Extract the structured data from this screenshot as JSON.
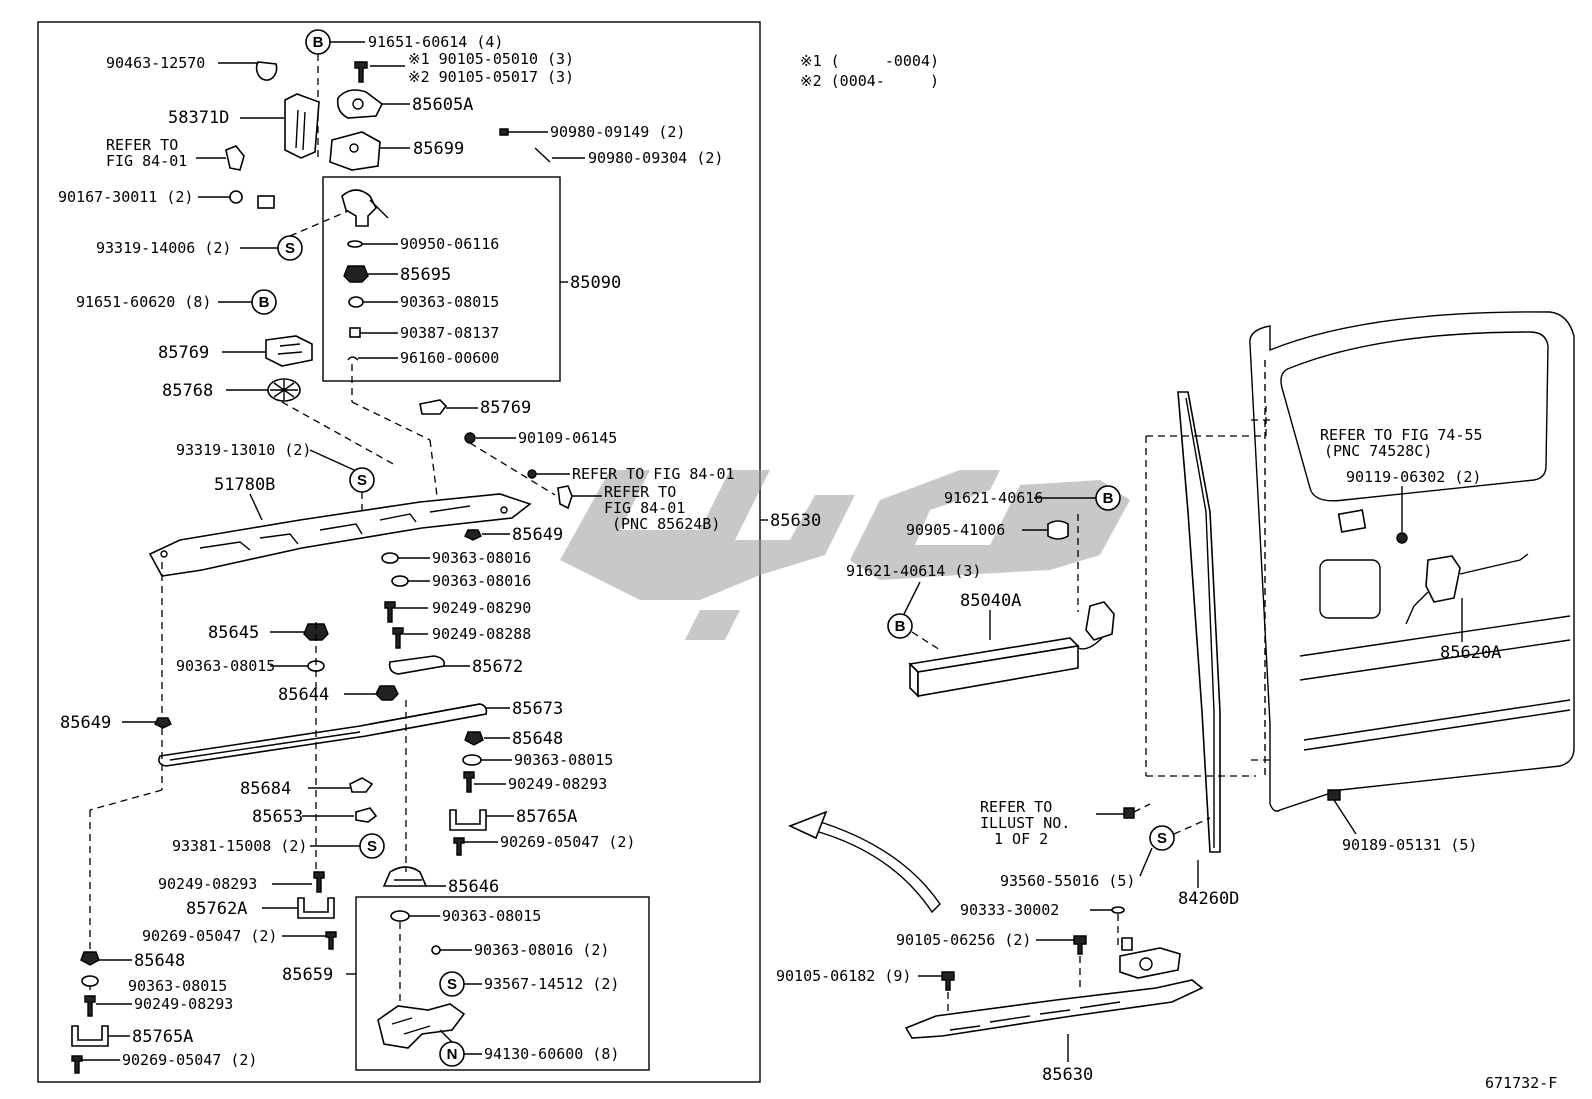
{
  "diagram_id": "671732-F",
  "notes": {
    "note1": "※1 (     -0004)",
    "note2": "※2 (0004-     )"
  },
  "badges": {
    "B": "B",
    "S": "S",
    "N": "N"
  },
  "labels": {
    "p90463_12570": "90463-12570",
    "p91651_60614": "91651-60614 (4)",
    "p90105_05010": "※1 90105-05010 (3)",
    "p90105_05017": "※2 90105-05017 (3)",
    "p58371D": "58371D",
    "p85605A": "85605A",
    "refer_84_01_a1": "REFER TO",
    "refer_84_01_a2": "FIG 84-01",
    "p85699": "85699",
    "p90980_09149": "90980-09149 (2)",
    "p90980_09304": "90980-09304 (2)",
    "p90167_30011": "90167-30011 (2)",
    "p93319_14006": "93319-14006 (2)",
    "p90950_06116": "90950-06116",
    "p85695": "85695",
    "p85090": "85090",
    "p91651_60620": "91651-60620 (8)",
    "p90363_08015_a": "90363-08015",
    "p90387_08137": "90387-08137",
    "p85769_a": "85769",
    "p96160_00600": "96160-00600",
    "p85768": "85768",
    "p85769_b": "85769",
    "p90109_06145": "90109-06145",
    "p93319_13010": "93319-13010 (2)",
    "refer_84_01_b": "REFER TO FIG 84-01",
    "p51780B": "51780B",
    "refer_84_01_c1": "REFER TO",
    "refer_84_01_c2": "FIG 84-01",
    "refer_84_01_c3": "(PNC 85624B)",
    "p85630_a": "85630",
    "p85649_a": "85649",
    "p90363_08016_a": "90363-08016",
    "p90363_08016_b": "90363-08016",
    "p90249_08290": "90249-08290",
    "p85645": "85645",
    "p90249_08288": "90249-08288",
    "p90363_08015_b": "90363-08015",
    "p85672": "85672",
    "p85644": "85644",
    "p85673": "85673",
    "p85649_b": "85649",
    "p85648_a": "85648",
    "p90363_08015_c": "90363-08015",
    "p85684": "85684",
    "p90249_08293_a": "90249-08293",
    "p85653": "85653",
    "p85765A_a": "85765A",
    "p93381_15008": "93381-15008 (2)",
    "p90269_05047_a": "90269-05047 (2)",
    "p90249_08293_b": "90249-08293",
    "p85646": "85646",
    "p85762A": "85762A",
    "p90363_08015_d": "90363-08015",
    "p90269_05047_b": "90269-05047 (2)",
    "p90363_08016_c": "90363-08016 (2)",
    "p85648_b": "85648",
    "p85659": "85659",
    "p90363_08015_e": "90363-08015",
    "p93567_14512": "93567-14512 (2)",
    "p90249_08293_c": "90249-08293",
    "p85765A_b": "85765A",
    "p94130_60600": "94130-60600 (8)",
    "p90269_05047_c": "90269-05047 (2)",
    "refer_74_55_1": "REFER TO FIG 74-55",
    "refer_74_55_2": "(PNC 74528C)",
    "p90119_06302": "90119-06302 (2)",
    "p91621_40616": "91621-40616",
    "p90905_41006": "90905-41006",
    "p91621_40614": "91621-40614 (3)",
    "p85040A": "85040A",
    "p85620A": "85620A",
    "refer_illust_1": "REFER TO",
    "refer_illust_2": "ILLUST NO.",
    "refer_illust_3": "1 OF 2",
    "p90189_05131": "90189-05131 (5)",
    "p93560_55016": "93560-55016 (5)",
    "p84260D": "84260D",
    "p90333_30002": "90333-30002",
    "p90105_06256": "90105-06256 (2)",
    "p90105_06182": "90105-06182 (9)",
    "p85630_b": "85630"
  }
}
